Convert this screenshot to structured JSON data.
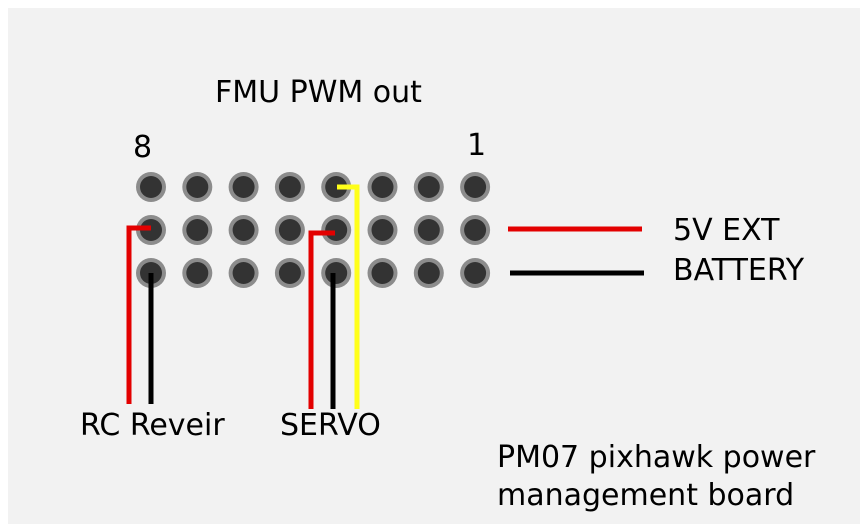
{
  "header": {
    "title": "FMU PWM out"
  },
  "pins": {
    "left_number": "8",
    "right_number": "1",
    "columns": 8,
    "rows": 3
  },
  "rails": {
    "ext5v": "5V EXT",
    "battery": "BATTERY"
  },
  "connectors": {
    "rc": "RC Reveir",
    "servo": "SERVO"
  },
  "board": {
    "line1": "PM07 pixhawk power",
    "line2": "management board"
  },
  "colors": {
    "panel": "#f2f2f2",
    "pin_ring": "#8c8c8c",
    "pin_core": "#333333",
    "signal_wire": "#ffff1a",
    "power_wire": "#e30000",
    "ground_wire": "#000000"
  }
}
